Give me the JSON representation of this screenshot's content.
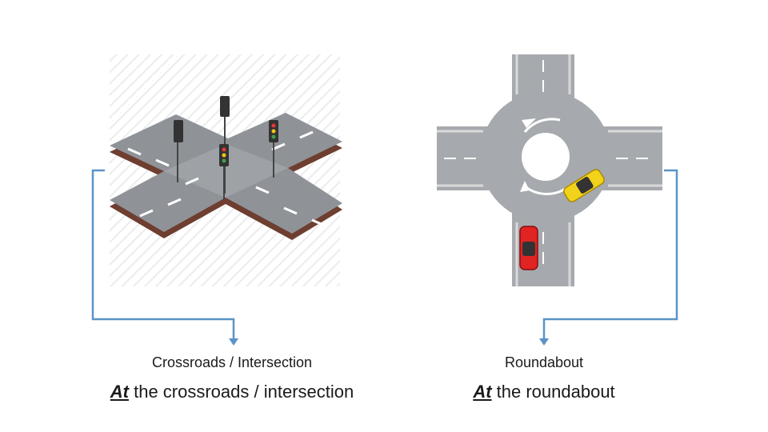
{
  "crossroads": {
    "caption": "Crossroads / Intersection",
    "phrase_keyword": "At",
    "phrase_rest": " the crossroads / intersection"
  },
  "roundabout": {
    "caption": "Roundabout",
    "phrase_keyword": "At",
    "phrase_rest": " the roundabout"
  },
  "colors": {
    "connector": "#5b93c8",
    "road": "#8f9398",
    "curb": "#7a4a3a",
    "car_yellow": "#f2d21a",
    "car_red": "#e02424"
  }
}
